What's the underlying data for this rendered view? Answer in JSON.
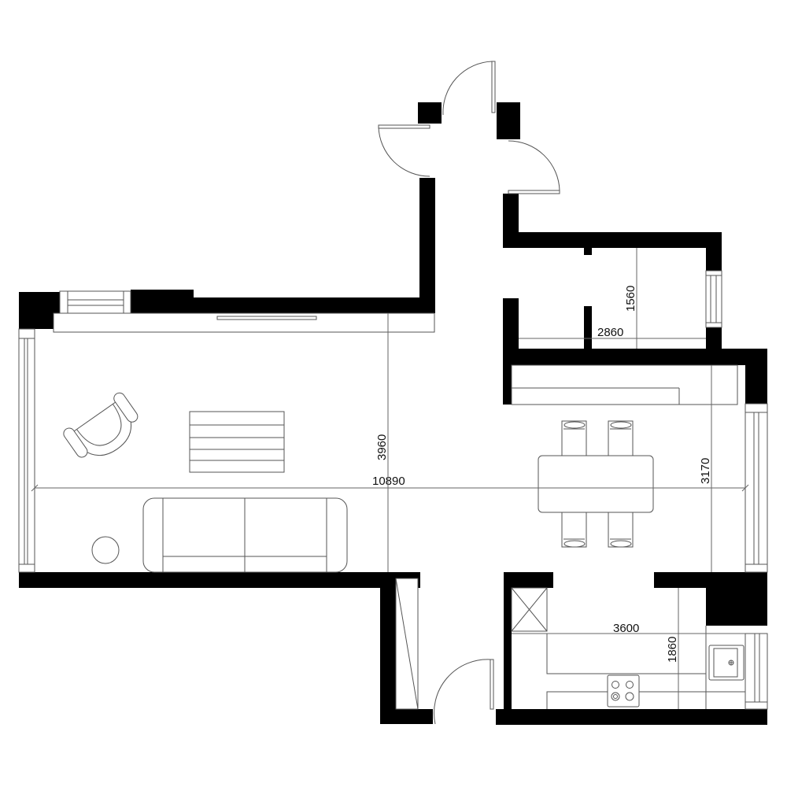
{
  "drawing": {
    "type": "apartment floor plan",
    "colors": {
      "wall": "#000000",
      "line": "#555555",
      "background": "#ffffff"
    }
  },
  "dimensions": {
    "living_length": "10890",
    "living_width": "3960",
    "bedroom_width": "2860",
    "bedroom_depth": "1560",
    "dining_depth": "3170",
    "kitchen_width": "3600",
    "kitchen_depth": "1860"
  },
  "rooms": [
    {
      "id": "living-room",
      "furniture": [
        "armchair",
        "coffee-table",
        "sofa",
        "side-table",
        "tv-console"
      ]
    },
    {
      "id": "dining-area",
      "furniture": [
        "dining-table",
        "dining-chair",
        "dining-chair",
        "dining-chair",
        "dining-chair"
      ]
    },
    {
      "id": "small-room",
      "furniture": []
    },
    {
      "id": "kitchen",
      "furniture": [
        "counter",
        "cooktop",
        "sink",
        "fridge"
      ]
    },
    {
      "id": "entrance-hall",
      "furniture": [
        "closet"
      ]
    }
  ],
  "icons": [
    "door-swing-icon",
    "window-icon",
    "cooktop-icon",
    "sink-icon"
  ]
}
